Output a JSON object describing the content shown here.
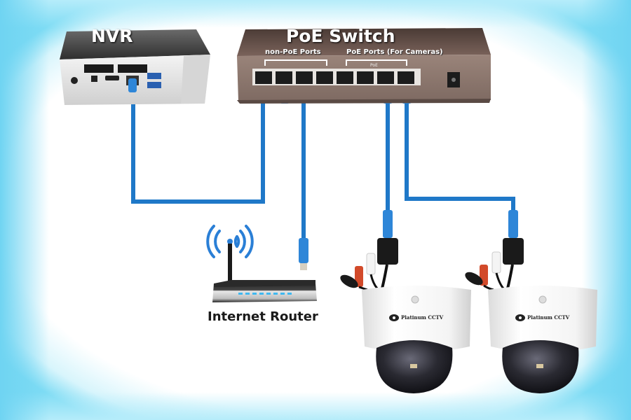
{
  "diagram": {
    "title": "PoE Switch network diagram",
    "devices": {
      "nvr": {
        "label": "NVR"
      },
      "switch": {
        "label": "PoE Switch",
        "groups": [
          {
            "label": "non-PoE Ports"
          },
          {
            "label": "PoE Ports (For Cameras)"
          }
        ],
        "port_count": 8,
        "poe_marker": "PoE"
      },
      "router": {
        "label": "Internet Router"
      },
      "cameras": [
        {
          "brand": "Platinum CCTV"
        },
        {
          "brand": "Platinum CCTV"
        }
      ]
    },
    "connections": [
      {
        "from": "NVR",
        "to": "PoE Switch port 1"
      },
      {
        "from": "PoE Switch port 3",
        "to": "Internet Router"
      },
      {
        "from": "PoE Switch port 7",
        "to": "Camera 1"
      },
      {
        "from": "PoE Switch port 8",
        "to": "Camera 2"
      }
    ],
    "colors": {
      "cable": "#1f78c8",
      "switch_body": "#8a7268",
      "switch_top": "#5a4640",
      "nvr_top": "#4a4a4a",
      "nvr_body": "#e8e8e8",
      "wifi": "#2a7fd6",
      "router_led": "#3fb8f0",
      "frame_glow": "#6fd4f2"
    }
  }
}
